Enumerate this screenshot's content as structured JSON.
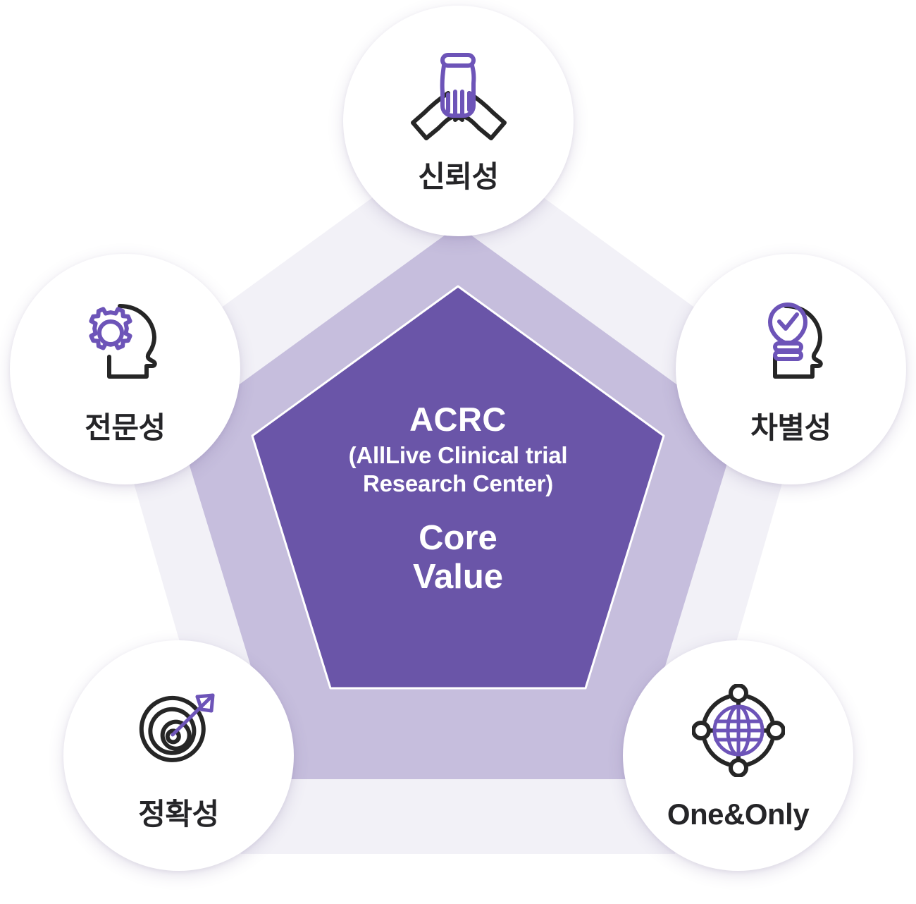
{
  "diagram": {
    "type": "pentagon-core-value",
    "center": {
      "title": "ACRC",
      "subtitle": "(AllLive Clinical trial\nResearch Center)",
      "subtitle_line1": "(AllLive Clinical trial",
      "subtitle_line2": "Research Center)",
      "tagline_line1": "Core",
      "tagline_line2": "Value"
    },
    "nodes": [
      {
        "id": "trust",
        "label": "신뢰성",
        "icon": "three-hands-together-icon",
        "position": "top"
      },
      {
        "id": "expertise",
        "label": "전문성",
        "icon": "head-with-gear-icon",
        "position": "left"
      },
      {
        "id": "differentiation",
        "label": "차별성",
        "icon": "head-with-lightbulb-check-icon",
        "position": "right"
      },
      {
        "id": "accuracy",
        "label": "정확성",
        "icon": "target-with-arrow-icon",
        "position": "bottom-left"
      },
      {
        "id": "oneonly",
        "label": "One&Only",
        "icon": "globe-network-icon",
        "position": "bottom-right"
      }
    ],
    "colors": {
      "core_purple": "#6a55a8",
      "mid_lavender": "#c6bedd",
      "outer_lavender": "#f2f1f7",
      "icon_purple": "#6d54b8",
      "icon_dark": "#262626",
      "label_text": "#252528",
      "center_text": "#ffffff",
      "page_background": "#ffffff"
    }
  }
}
